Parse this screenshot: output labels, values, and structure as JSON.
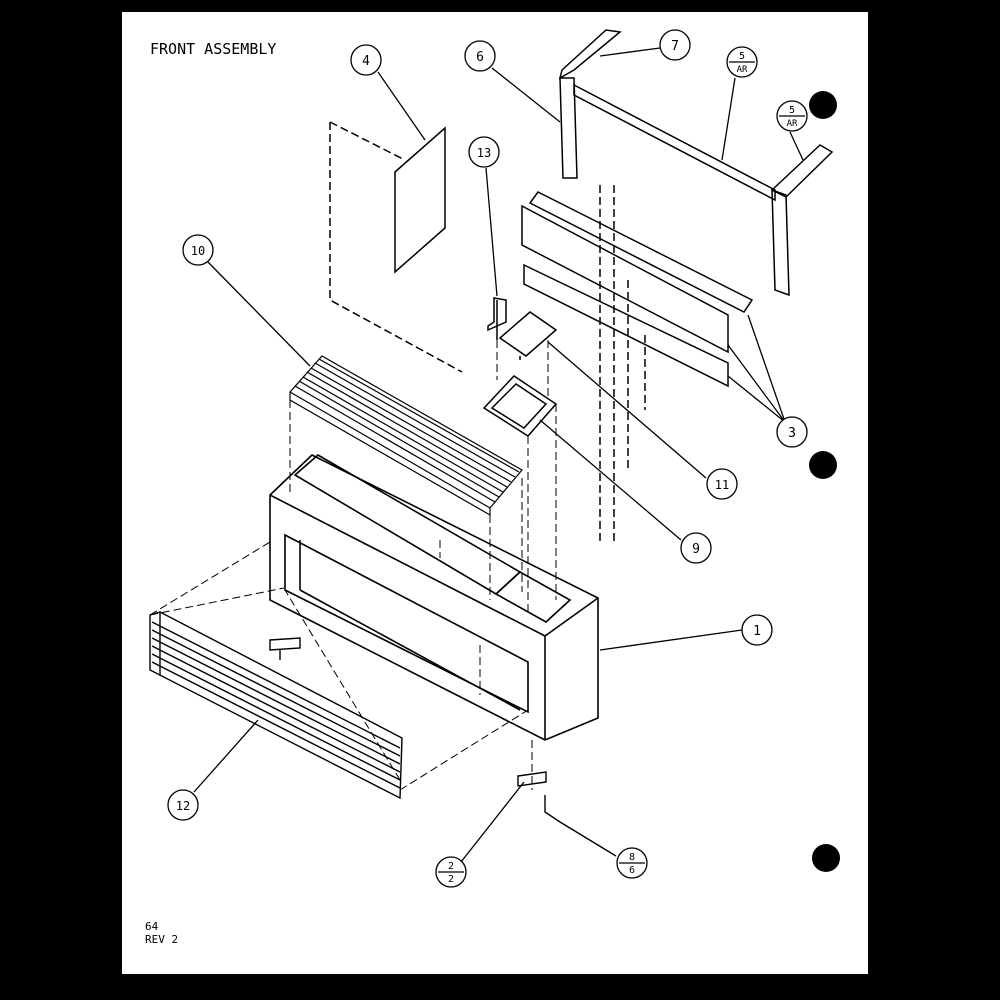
{
  "title": "FRONT ASSEMBLY",
  "footer": {
    "page": "64",
    "revision": "REV 2"
  },
  "callouts": {
    "c1": "1",
    "c3": "3",
    "c4": "4",
    "c6": "6",
    "c7": "7",
    "c9": "9",
    "c10": "10",
    "c11": "11",
    "c12": "12",
    "c13": "13",
    "c5a_top": "5",
    "c5a_bottom": "AR",
    "c5b_top": "5",
    "c5b_bottom": "AR",
    "c2_top": "2",
    "c2_bottom": "2",
    "c8_top": "8",
    "c8_bottom": "6"
  },
  "colors": {
    "ink": "#000000",
    "paper": "#ffffff"
  }
}
